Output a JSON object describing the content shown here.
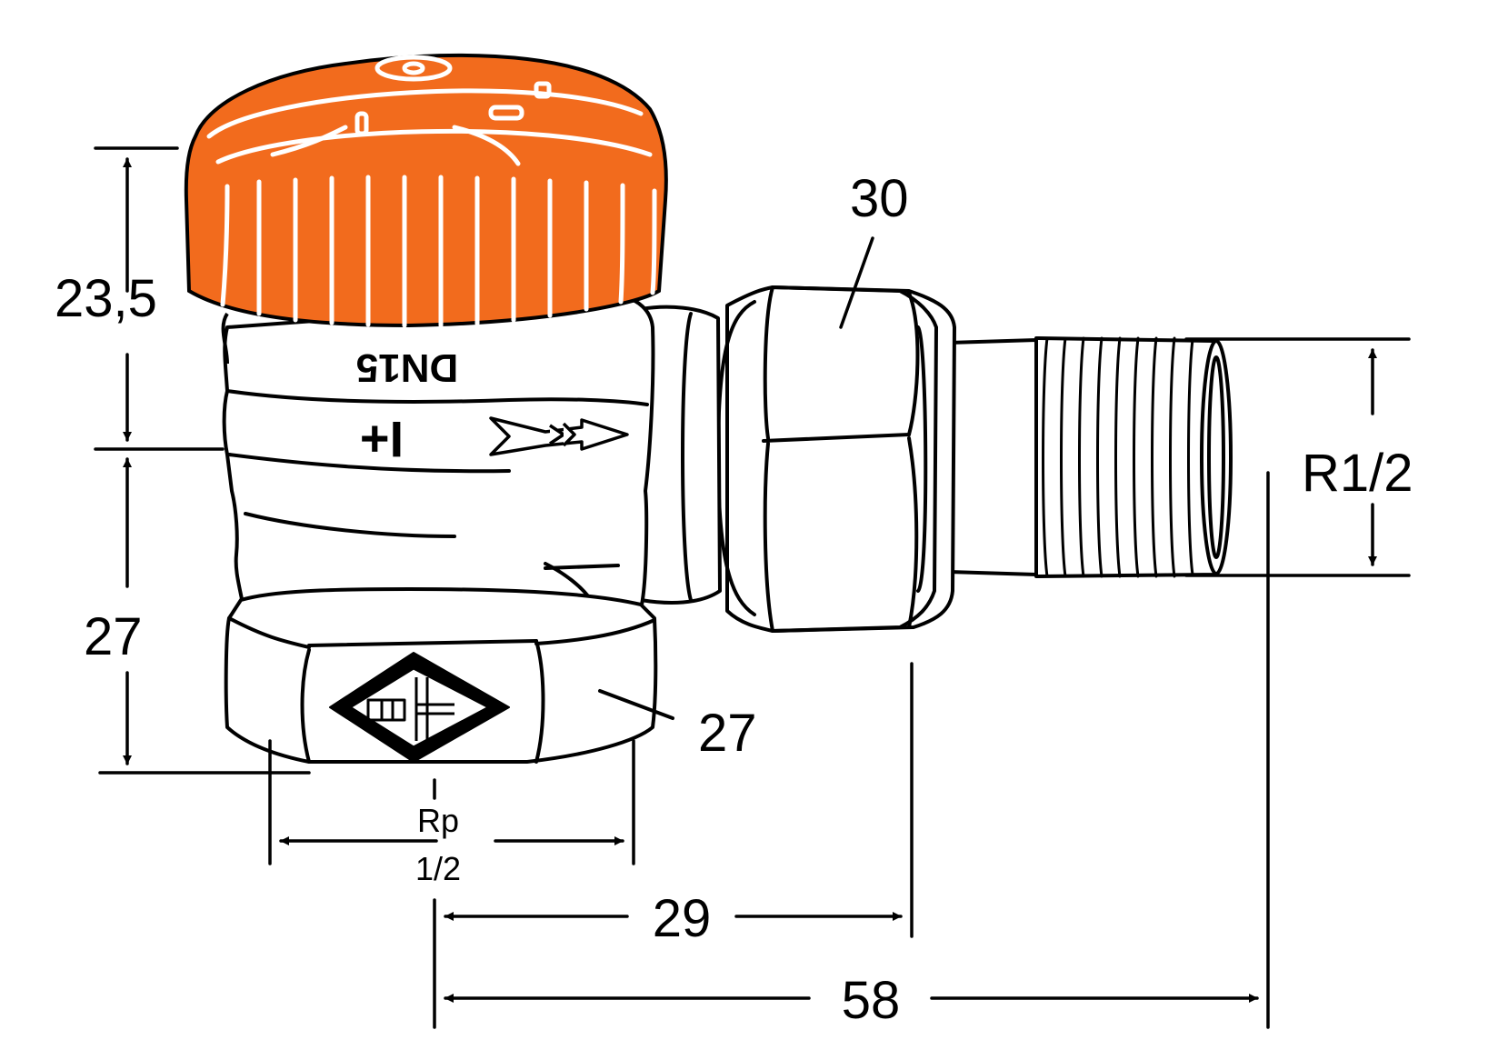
{
  "dimensions": {
    "height_top": "23,5",
    "height_bottom": "27",
    "hex_inlet": "27",
    "hex_nut": "30",
    "thread_outlet": "R1/2",
    "thread_inlet_line1": "Rp",
    "thread_inlet_line2": "1/2",
    "offset_short": "29",
    "offset_long": "58"
  },
  "body_markings": {
    "size": "DN15",
    "scale": "I+"
  },
  "colors": {
    "cap": "#f26b1d",
    "line": "#000000"
  },
  "icons": [
    "flow-arrow-icon",
    "manufacturer-logo-icon"
  ]
}
